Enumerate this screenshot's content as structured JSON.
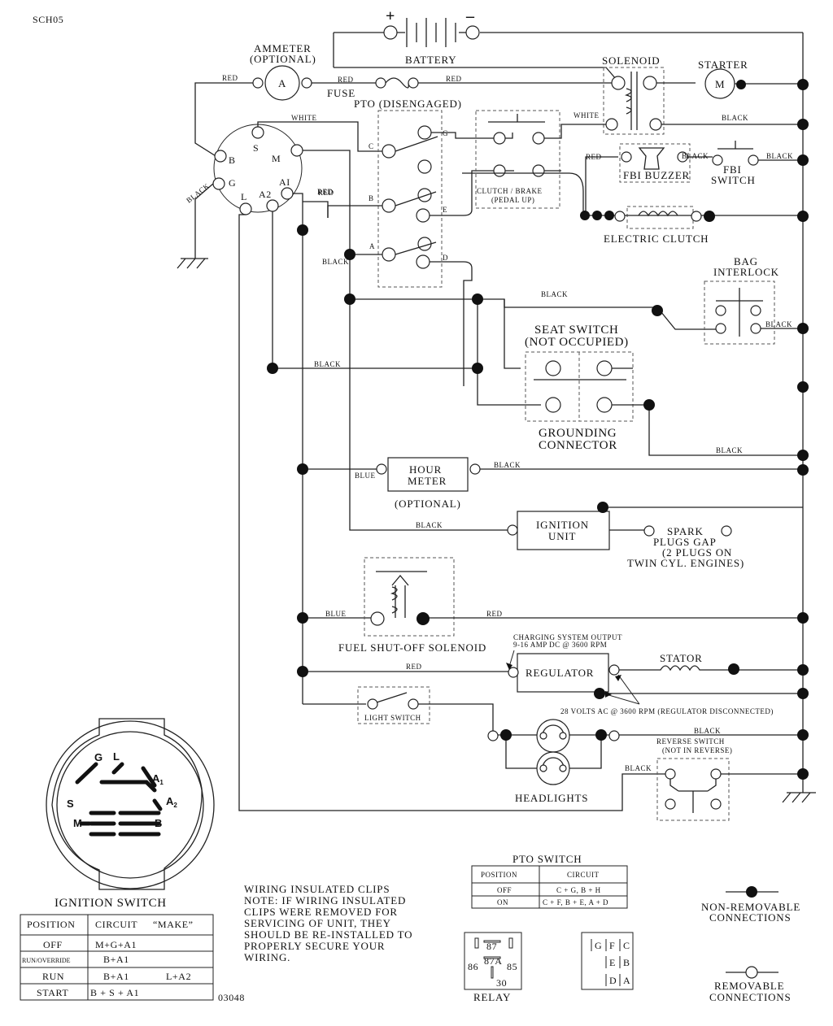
{
  "doc_code": "SCH05",
  "drawing_number": "03048",
  "battery": {
    "label": "BATTERY",
    "plus": "+",
    "minus": "–"
  },
  "ammeter": {
    "label": "AMMETER",
    "sub": "(OPTIONAL)",
    "symbol": "A"
  },
  "fuse": "FUSE",
  "solenoid": "SOLENOID",
  "starter": {
    "label": "STARTER",
    "symbol": "M"
  },
  "pto": {
    "label": "PTO (DISENGAGED)",
    "terms": [
      "C",
      "B",
      "A",
      "G",
      "E",
      "D"
    ]
  },
  "clutch_brake": {
    "line1": "CLUTCH / BRAKE",
    "line2": "(PEDAL UP)"
  },
  "fbi_buzzer": "FBI BUZZER",
  "fbi_switch": {
    "line1": "FBI",
    "line2": "SWITCH"
  },
  "electric_clutch": "ELECTRIC CLUTCH",
  "bag_interlock": {
    "line1": "BAG",
    "line2": "INTERLOCK"
  },
  "seat_switch": {
    "line1": "SEAT SWITCH",
    "line2": "(NOT OCCUPIED)"
  },
  "grounding_connector": {
    "line1": "GROUNDING",
    "line2": "CONNECTOR"
  },
  "hour_meter": {
    "line1": "HOUR",
    "line2": "METER",
    "note": "(OPTIONAL)"
  },
  "ignition_unit": {
    "line1": "IGNITION",
    "line2": "UNIT"
  },
  "spark_plugs": {
    "line1": "SPARK",
    "line2": "PLUGS GAP",
    "line3": "(2 PLUGS ON",
    "line4": "TWIN CYL. ENGINES)"
  },
  "fuel_solenoid": "FUEL SHUT-OFF SOLENOID",
  "regulator": "REGULATOR",
  "charging_note": {
    "line1": "CHARGING SYSTEM OUTPUT",
    "line2": "9-16 AMP DC @ 3600 RPM"
  },
  "stator": "STATOR",
  "volts_note": "28 VOLTS AC @ 3600 RPM (REGULATOR DISCONNECTED)",
  "light_switch": "LIGHT SWITCH",
  "headlights": "HEADLIGHTS",
  "reverse_switch": {
    "line1": "REVERSE SWITCH",
    "line2": "(NOT IN REVERSE)"
  },
  "ign_terms": {
    "B": "B",
    "G": "G",
    "L": "L",
    "A2": "A2",
    "A1": "AI",
    "M": "M",
    "S": "S"
  },
  "wires": {
    "red": "RED",
    "black": "BLACK",
    "white": "WHITE",
    "blue": "BLUE"
  },
  "ignition_switch": {
    "title": "IGNITION SWITCH",
    "face": {
      "G": "G",
      "L": "L",
      "A1": "A",
      "A1sub": "1",
      "A2": "A",
      "A2sub": "2",
      "S": "S",
      "M": "M",
      "B": "B"
    },
    "headers": [
      "POSITION",
      "CIRCUIT",
      "“MAKE”"
    ],
    "rows": [
      {
        "position": "OFF",
        "circuit": "M+G+A1",
        "extra": ""
      },
      {
        "position": "RUN/OVERRIDE",
        "circuit": "B+A1",
        "extra": ""
      },
      {
        "position": "RUN",
        "circuit": "B+A1",
        "extra": "L+A2"
      },
      {
        "position": "START",
        "circuit": "B + S + A1",
        "extra": ""
      }
    ]
  },
  "pto_table": {
    "title": "PTO SWITCH",
    "headers": [
      "POSITION",
      "CIRCUIT"
    ],
    "rows": [
      {
        "position": "OFF",
        "circuit": "C + G, B + H"
      },
      {
        "position": "ON",
        "circuit": "C + F, B + E, A + D"
      }
    ]
  },
  "note": {
    "line1": "WIRING INSULATED CLIPS",
    "line2": "NOTE:  IF WIRING INSULATED",
    "line3": "CLIPS WERE REMOVED FOR",
    "line4": "SERVICING OF UNIT, THEY",
    "line5": "SHOULD BE RE-INSTALLED TO",
    "line6": "PROPERLY SECURE YOUR",
    "line7": "WIRING."
  },
  "relay": {
    "label": "RELAY",
    "pins": [
      "87",
      "86",
      "87A",
      "85",
      "30"
    ]
  },
  "connector_letters": [
    "G",
    "F",
    "C",
    "E",
    "B",
    "D",
    "A"
  ],
  "legend": {
    "fixed_line1": "NON-REMOVABLE",
    "fixed_line2": "CONNECTIONS",
    "removable_line1": "REMOVABLE",
    "removable_line2": "CONNECTIONS"
  }
}
